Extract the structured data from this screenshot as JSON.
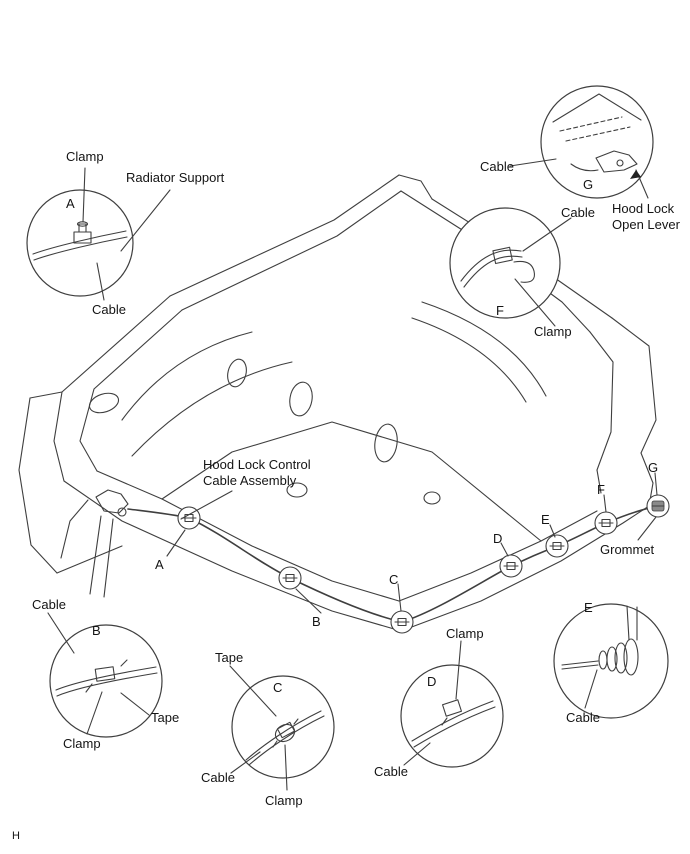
{
  "footer": {
    "sheet_mark": "H"
  },
  "labels": {
    "clamp_top": "Clamp",
    "radiator_support": "Radiator Support",
    "cable_a": "Cable",
    "cable_g": "Cable",
    "hood_lock_open_lever": "Hood Lock Open Lever",
    "cable_f": "Cable",
    "clamp_f": "Clamp",
    "hood_lock_control_cable_assembly": "Hood Lock Control Cable Assembly",
    "grommet": "Grommet",
    "cable_b": "Cable",
    "tape_b": "Tape",
    "clamp_b": "Clamp",
    "tape_c": "Tape",
    "cable_c": "Cable",
    "clamp_c": "Clamp",
    "clamp_d": "Clamp",
    "cable_d": "Cable",
    "cable_e": "Cable"
  },
  "callouts": {
    "a": "A",
    "b": "B",
    "c": "C",
    "d": "D",
    "e": "E",
    "f": "F",
    "g": "G"
  },
  "colors": {
    "line": "#3f3f3f",
    "background": "#ffffff",
    "grommet_fill": "#8a8a8a"
  }
}
